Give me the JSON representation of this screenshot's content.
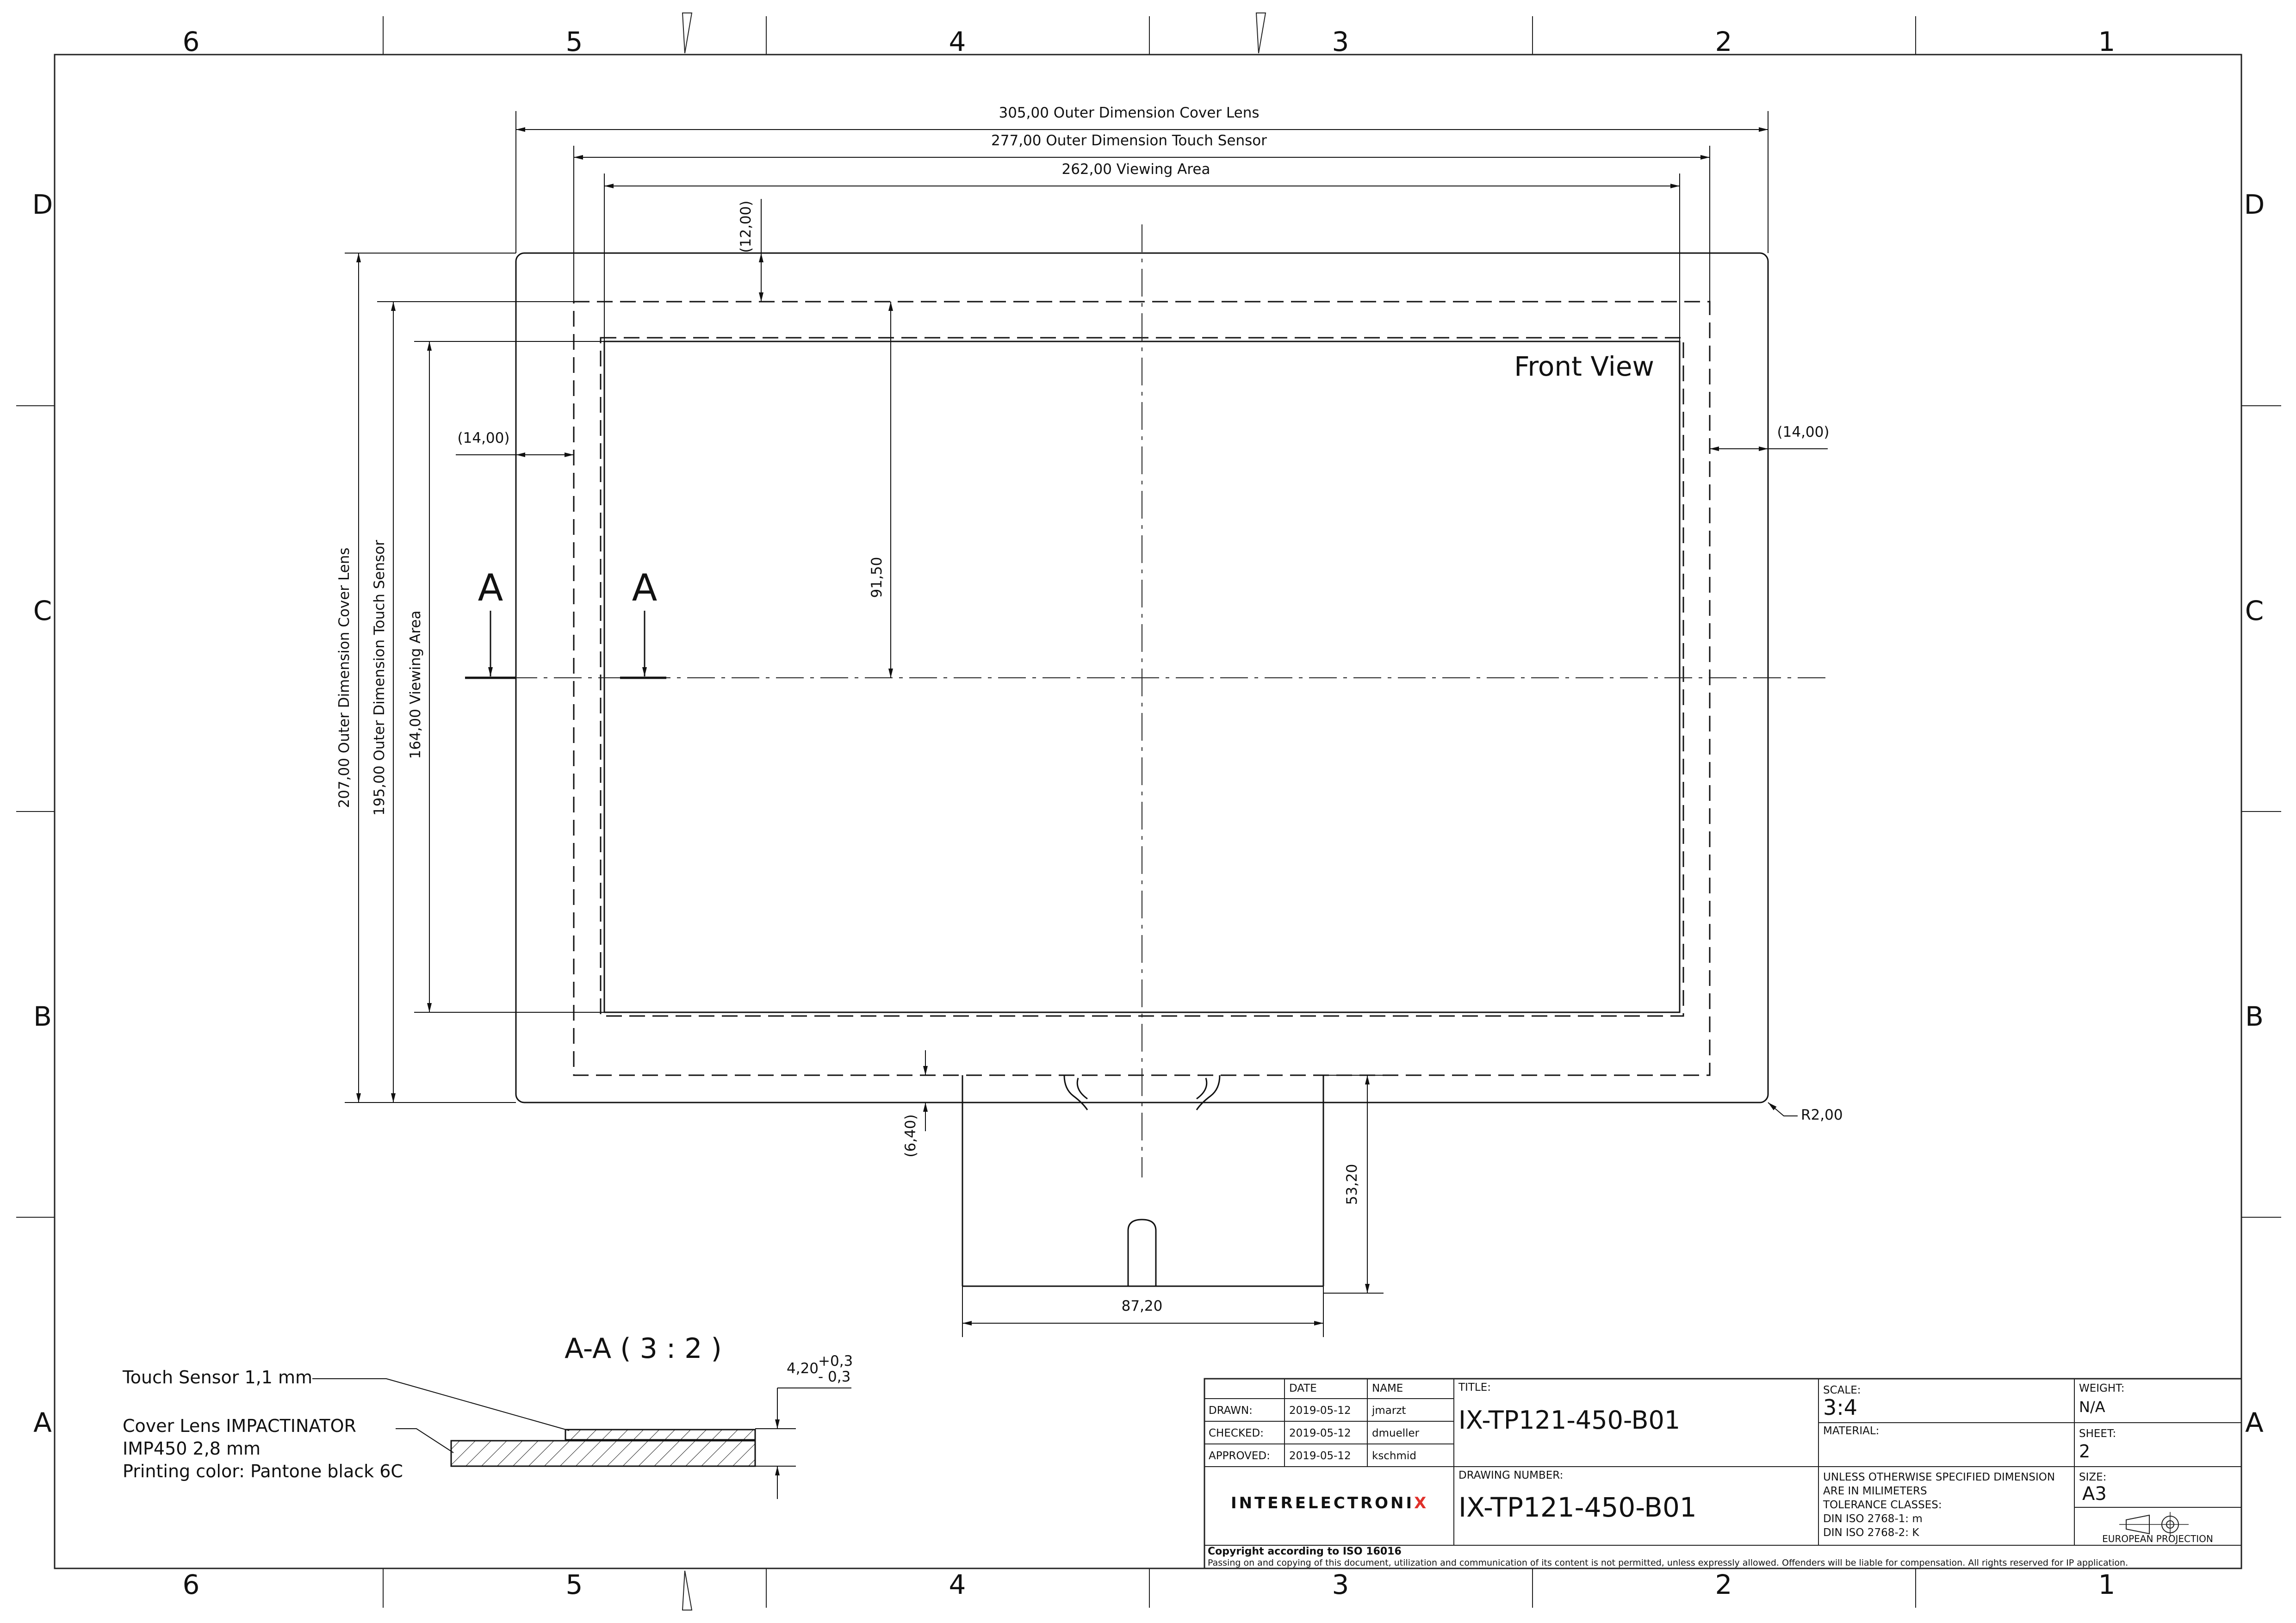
{
  "zone_columns": [
    "6",
    "5",
    "4",
    "3",
    "2",
    "1"
  ],
  "zone_rows": [
    "D",
    "C",
    "B",
    "A"
  ],
  "dimensions": {
    "cover_lens_width": "305,00 Outer Dimension Cover Lens",
    "touch_sensor_width": "277,00 Outer Dimension Touch Sensor",
    "viewing_area_width": "262,00 Viewing Area",
    "top_margin": "(12,00)",
    "left_margin": "(14,00)",
    "right_margin": "(14,00)",
    "center_offset": "91,50",
    "cover_lens_height": "207,00 Outer Dimension Cover Lens",
    "touch_sensor_height": "195,00 Outer Dimension Touch Sensor",
    "viewing_area_height": "164,00 Viewing Area",
    "bottom_margin": "(6,40)",
    "corner_radius": "R2,00",
    "tail_length": "53,20",
    "tail_width": "87,20"
  },
  "view_labels": {
    "front_view": "Front View",
    "section_marker": "A",
    "section_title": "A-A ( 3 : 2 )"
  },
  "section_detail": {
    "thickness_value": "4,20",
    "tol_plus": "+0,3",
    "tol_minus": "- 0,3",
    "touch_sensor": "Touch Sensor 1,1 mm",
    "cover_lens_line1": "Cover Lens IMPACTINATOR",
    "cover_lens_line2": "IMP450 2,8 mm",
    "cover_lens_line3": "Printing color: Pantone black 6C"
  },
  "title_block": {
    "col_date": "DATE",
    "col_name": "NAME",
    "drawn_label": "DRAWN:",
    "drawn_date": "2019-05-12",
    "drawn_name": "jmarzt",
    "checked_label": "CHECKED:",
    "checked_date": "2019-05-12",
    "checked_name": "dmueller",
    "approved_label": "APPROVED:",
    "approved_date": "2019-05-12",
    "approved_name": "kschmid",
    "title_label": "TITLE:",
    "title_value": "IX-TP121-450-B01",
    "drawing_number_label": "DRAWING NUMBER:",
    "drawing_number_value": "IX-TP121-450-B01",
    "company": "INTERELECTRONI",
    "company_x": "X",
    "scale_label": "SCALE:",
    "scale_value": "3:4",
    "material_label": "MATERIAL:",
    "weight_label": "WEIGHT:",
    "weight_value": "N/A",
    "sheet_label": "SHEET:",
    "sheet_value": "2",
    "size_label": "SIZE:",
    "size_value": "A3",
    "projection_label": "EUROPEAN PROJECTION",
    "tolerance_line1": "UNLESS OTHERWISE SPECIFIED DIMENSION",
    "tolerance_line2": "ARE IN MILIMETERS",
    "tolerance_line3": "TOLERANCE CLASSES:",
    "tolerance_line4": "DIN ISO 2768-1: m",
    "tolerance_line5": "DIN ISO 2768-2: K",
    "copyright_title": "Copyright according to ISO 16016",
    "copyright_text": "Passing on and copying of this document, utilization and communication of its content is not permitted, unless expressly allowed. Offenders will be liable for compensation. All rights reserved for IP application."
  },
  "colors": {
    "line": "#1a1a1a",
    "accent_red": "#e0302a"
  }
}
